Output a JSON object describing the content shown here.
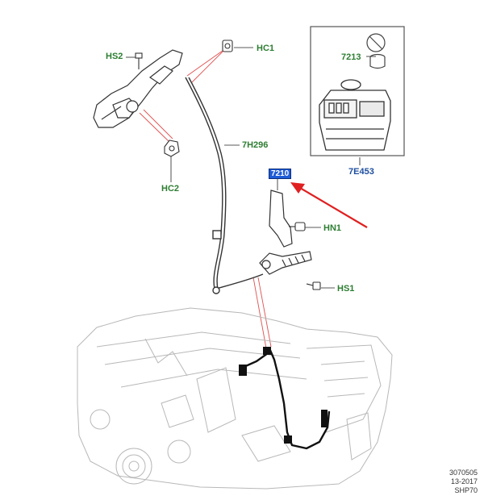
{
  "labels": {
    "hs2": "HS2",
    "hc1": "HC1",
    "hc2": "HC2",
    "h296": "7H296",
    "l7213": "7213",
    "l7e453": "7E453",
    "l7210": "7210",
    "hn1": "HN1",
    "hs1": "HS1"
  },
  "footer": {
    "line1": "3070505",
    "line2": "13-2017",
    "line3": "SHP70"
  },
  "colors": {
    "label_green": "#2e7d32",
    "label_blue": "#1f4fa0",
    "highlight_box": "#1e5bd8",
    "arrow_red": "#e02020",
    "leader_red": "#e05050"
  }
}
